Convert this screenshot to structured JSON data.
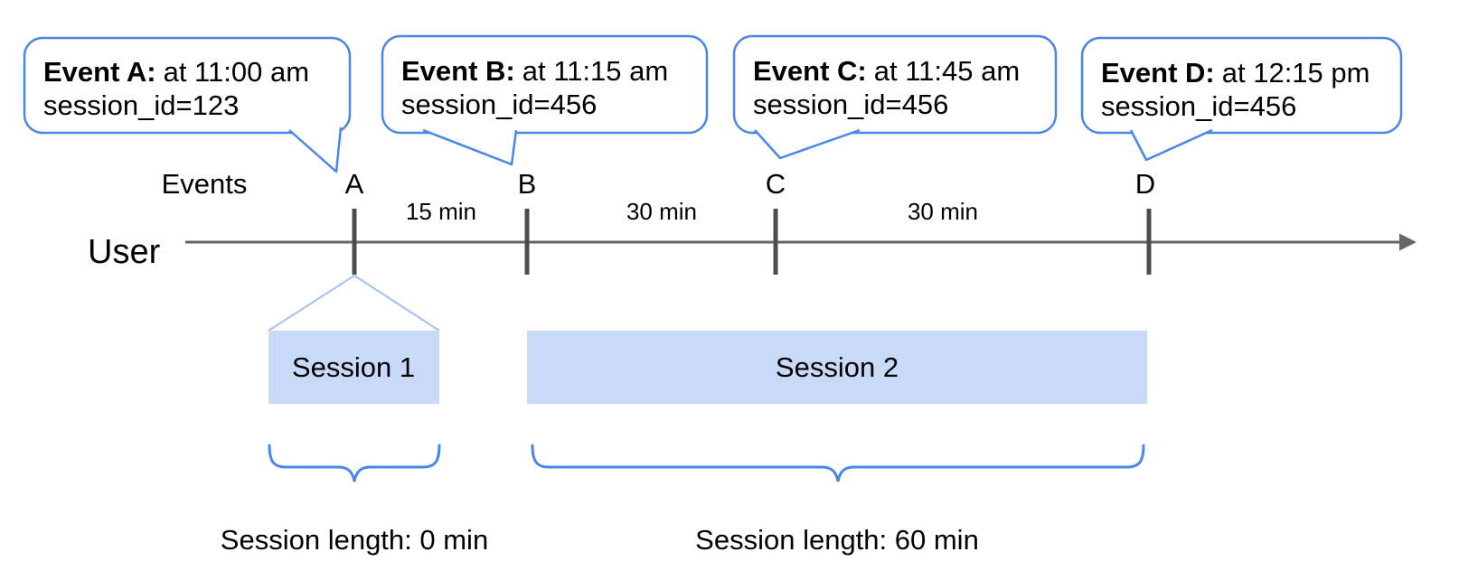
{
  "colors": {
    "callout_border_blue": "#4a86e8",
    "session_bar_fill": "#c9daf8",
    "funnel_line_blue": "#a4c2f4",
    "axis_gray": "#666666",
    "tick_gray": "#4d4d4d",
    "text_black": "#000000"
  },
  "callouts": [
    {
      "title": "Event A:",
      "time": "at 11:00 am",
      "detail": "session_id=123"
    },
    {
      "title": "Event B:",
      "time": "at 11:15 am",
      "detail": "session_id=456"
    },
    {
      "title": "Event C:",
      "time": "at 11:45 am",
      "detail": "session_id=456"
    },
    {
      "title": "Event D:",
      "time": "at 12:15 pm",
      "detail": "session_id=456"
    }
  ],
  "timeline": {
    "user_label": "User",
    "events_label": "Events",
    "markers": [
      "A",
      "B",
      "C",
      "D"
    ],
    "intervals": [
      "15 min",
      "30 min",
      "30 min"
    ]
  },
  "sessions": [
    {
      "label": "Session 1",
      "length_label": "Session length: 0 min"
    },
    {
      "label": "Session 2",
      "length_label": "Session length: 60 min"
    }
  ]
}
